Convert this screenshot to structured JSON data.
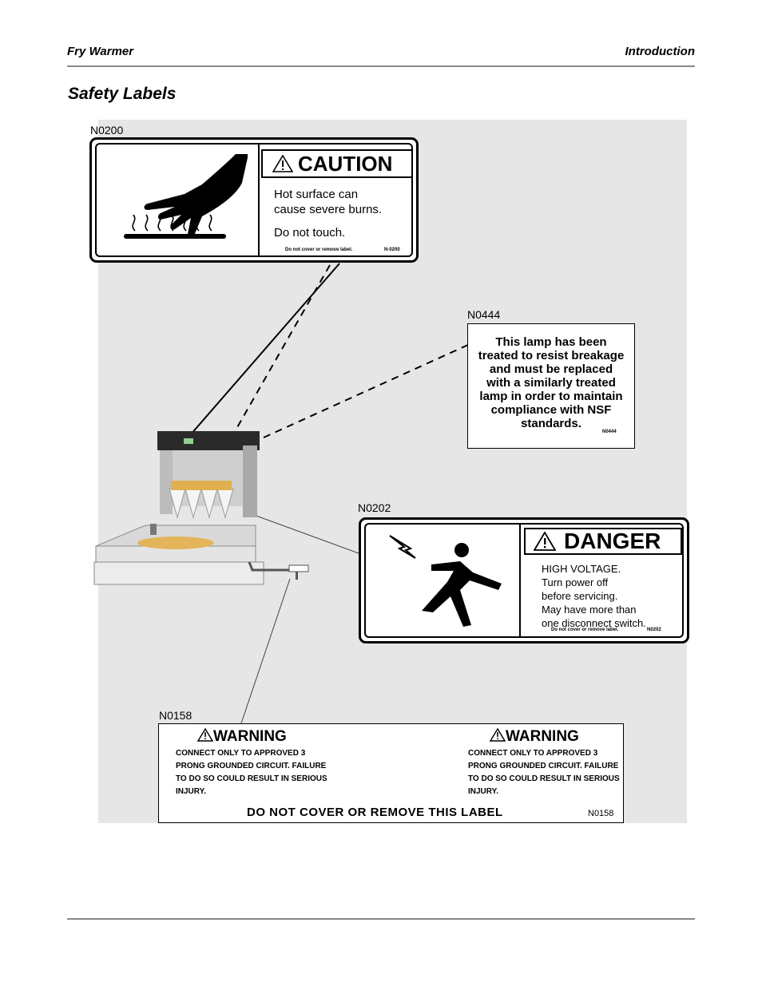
{
  "header": {
    "left": "Fry Warmer",
    "right": "Introduction"
  },
  "section_title": "Safety Labels",
  "labels": {
    "caution": {
      "code": "N0200",
      "heading": "CAUTION",
      "line1": "Hot surface can",
      "line2": "cause severe burns.",
      "line3": "Do not touch.",
      "small_note": "Do not cover or remove label.",
      "small_code": "N-0200"
    },
    "lamp": {
      "code": "N0444",
      "lines": [
        "This lamp has been",
        "treated to resist breakage",
        "and must be replaced",
        "with a similarly treated",
        "lamp in order to maintain",
        "compliance with NSF",
        "standards."
      ],
      "small_code": "N0444"
    },
    "danger": {
      "code": "N0202",
      "heading": "DANGER",
      "lines": [
        "HIGH VOLTAGE.",
        "Turn power off",
        "before servicing.",
        "May have more than",
        "one disconnect switch."
      ],
      "small_note": "Do not cover or remove label.",
      "small_code": "N0202"
    },
    "warning": {
      "code": "N0158",
      "heading": "WARNING",
      "lines": [
        "CONNECT ONLY TO APPROVED 3",
        "PRONG GROUNDED CIRCUIT. FAILURE",
        "TO DO SO COULD RESULT IN SERIOUS",
        "INJURY."
      ],
      "footer": "DO NOT COVER OR REMOVE THIS LABEL",
      "small_code": "N0158"
    }
  },
  "icons": [
    "warning-triangle-icon",
    "hot-surface-hand-icon",
    "electric-shock-figure-icon"
  ]
}
